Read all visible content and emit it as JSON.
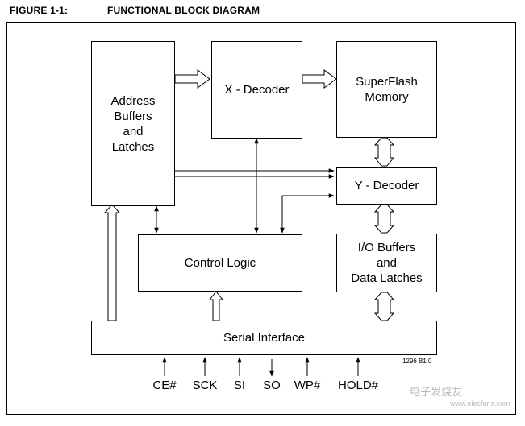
{
  "figure": {
    "number": "FIGURE 1-1:",
    "title": "FUNCTIONAL BLOCK DIAGRAM"
  },
  "blocks": {
    "address_buffers": "Address\nBuffers\nand\nLatches",
    "x_decoder": "X - Decoder",
    "superflash": "SuperFlash\nMemory",
    "y_decoder": "Y - Decoder",
    "control_logic": "Control Logic",
    "io_buffers": "I/O Buffers\nand\nData Latches",
    "serial_interface": "Serial Interface"
  },
  "pins": [
    "CE#",
    "SCK",
    "SI",
    "SO",
    "WP#",
    "HOLD#"
  ],
  "drawing_code": "1296 B1.0",
  "watermark": {
    "text": "电子发烧友",
    "url": "www.elecfans.com"
  }
}
